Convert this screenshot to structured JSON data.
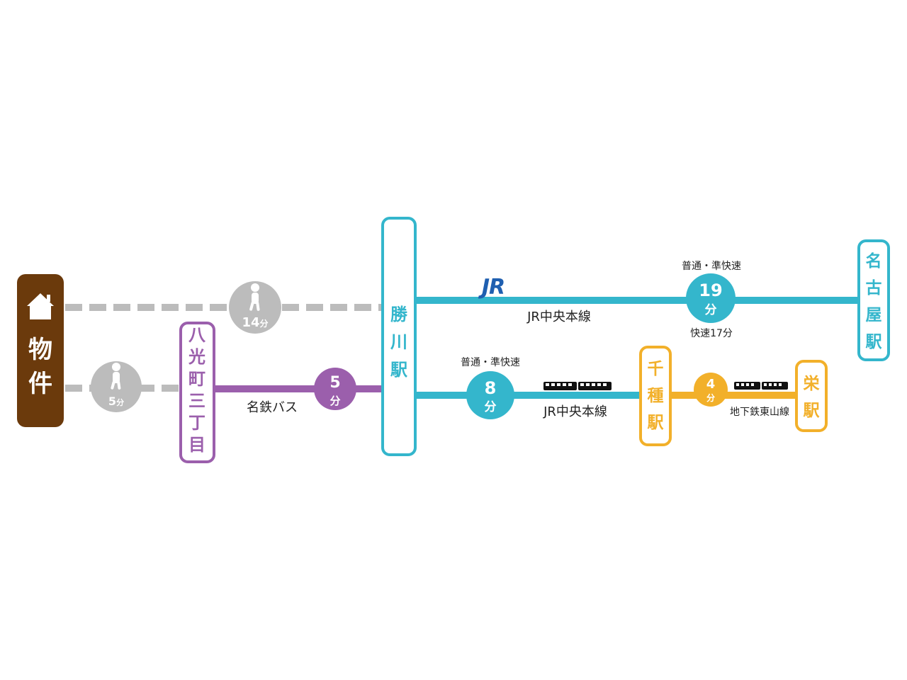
{
  "colors": {
    "property": "#6b3a0c",
    "walk": "#bcbcbc",
    "bus": "#9b5fac",
    "jr": "#34b6cc",
    "subway": "#f2b02a",
    "jr_logo": "#1f5fb0",
    "text": "#222222"
  },
  "property": {
    "label_1": "物",
    "label_2": "件",
    "icon": "house-icon"
  },
  "walk_1": {
    "minutes": "14",
    "unit": "分",
    "icon": "walking-person-icon"
  },
  "walk_2": {
    "minutes": "5",
    "unit": "分",
    "icon": "walking-person-icon"
  },
  "stations": {
    "hakko": {
      "chars": [
        "八",
        "光",
        "町",
        "三",
        "丁",
        "目"
      ]
    },
    "kachigawa": {
      "chars": [
        "勝",
        "川",
        "駅"
      ]
    },
    "nagoya": {
      "chars": [
        "名",
        "古",
        "屋",
        "駅"
      ]
    },
    "chikusa": {
      "chars": [
        "千",
        "種",
        "駅"
      ]
    },
    "sakae": {
      "chars": [
        "栄",
        "駅"
      ]
    }
  },
  "bus": {
    "line_name": "名鉄バス",
    "minutes": "5",
    "unit": "分"
  },
  "jr_upper": {
    "logo": "JR",
    "line_name": "JR中央本線",
    "service": "普通・準快速",
    "minutes": "19",
    "unit": "分",
    "rapid_note": "快速17分"
  },
  "jr_lower": {
    "line_name": "JR中央本線",
    "service": "普通・準快速",
    "minutes": "8",
    "unit": "分",
    "icon": "train-icon"
  },
  "subway": {
    "line_name": "地下鉄東山線",
    "minutes": "4",
    "unit": "分",
    "icon": "train-icon"
  }
}
